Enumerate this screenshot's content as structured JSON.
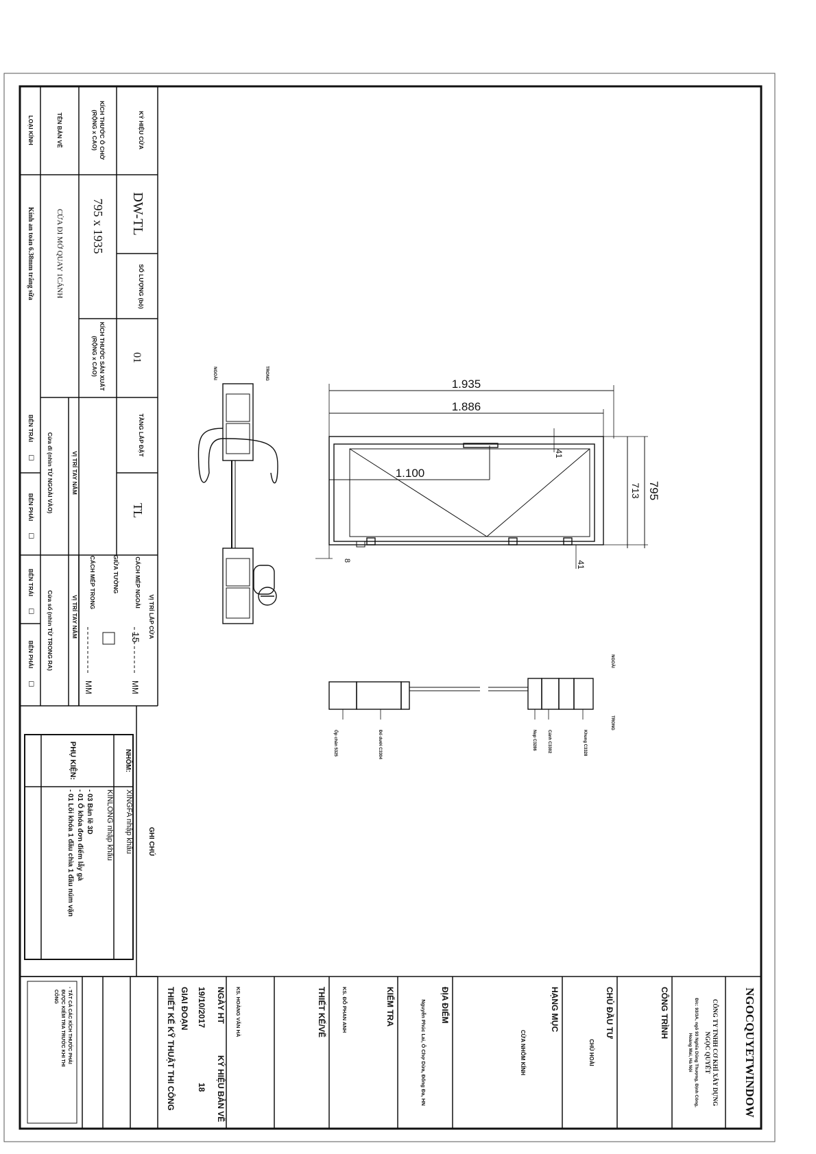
{
  "door_schedule": {
    "labels": {
      "door_code": "KÝ HIỆU CỬA",
      "quantity": "SỐ LƯỢNG (bộ)",
      "floor_install": "TẦNG LẮP ĐẶT",
      "install_position": "VỊ TRÍ LẮP CỬA",
      "opening_size": "KÍCH THƯỚC Ô CHỜ",
      "opening_size_unit": "(RỘNG x CAO)",
      "production_size": "KÍCH THƯỚC SẢN XUẤT",
      "production_size_unit": "(RỘNG x CAO)",
      "handle_position": "VỊ TRÍ TAY NẮM",
      "outside_offset": "CÁCH MÉP NGOÀI",
      "wall_middle": "GIỮA TƯỜNG",
      "inside_offset": "CÁCH MÉP TRONG",
      "drawing_name": "TÊN BẢN VẼ",
      "glass_type": "LOẠI KÍNH",
      "door_out_note": "Cửa đi (nhìn TỪ NGOÀI VÀO)",
      "window_in_note": "Cửa sổ (nhìn TỪ TRONG RA)",
      "left_side": "BÊN TRÁI",
      "right_side": "BÊN PHẢI",
      "box": "☐"
    },
    "values": {
      "door_code": "DW-TL",
      "quantity": "01",
      "floor": "TL",
      "opening_size": "795 x 1935",
      "drawing_name": "CỬA ĐI MỞ QUAY 1CÁNH",
      "glass_type": "Kính an toàn 6.38mm trắng sữa",
      "outside_offset": "15",
      "inside_offset": "______",
      "unit_mm": "MM"
    }
  },
  "notes": {
    "title": "GHI CHÚ",
    "aluminum_label": "NHÔM:",
    "aluminum_1": "XINGFA nhập khẩu",
    "aluminum_2": "KINLONG nhập khẩu",
    "accessories_label": "PHỤ KIỆN:",
    "accessories": [
      "- 03 Bản lề 3D",
      "- 01 Ổ khóa đơn điểm lẫy gà",
      "- 01 Lõi khóa 1 đầu chìa 1 đầu núm vặn"
    ]
  },
  "title_block": {
    "brand": "NGOCQUYETWINDOW",
    "company": "CÔNG TY TNHH CƠ KHÍ XÂY DỰNG",
    "company_2": "NGỌC QUYẾT",
    "address": "Đ/c: 93/3A, ngõ 93 Nghĩa Dũng Thượng, Định Công,",
    "address_2": "Hoàng Mai, Hà Nội",
    "project_label": "CÔNG TRÌNH",
    "investor_label": "CHỦ ĐẦU TƯ",
    "investor_value": "CHỦ HOÀI",
    "item_label": "HẠNG MỤC",
    "item_value": "CỬA NHÔM KÍNH",
    "location_label": "ĐỊA ĐIỂM",
    "location_value": "Nguyễn Phúc Lai, Ô Chợ Dừa, Đống Đa, HN",
    "check_label": "KIỂM TRA",
    "check_name": "KS. ĐỖ PHAN ANH",
    "design_label": "THIẾT KẾ/VẼ",
    "design_name": "KS. HOÀNG VĂN HÀ",
    "date_label": "NGÀY HT",
    "date_value": "19/10/2017",
    "drawing_no_label": "KÝ HIỆU BẢN VẼ",
    "drawing_no_value": "18",
    "stage_label": "GIAI ĐOẠN",
    "stage_value": "THIẾT KẾ KỸ THUẬT THI CÔNG",
    "note": "- TẤT CẢ CÁC KÍCH THƯỚC PHẢI",
    "note_2": "ĐƯỢC KIỂM TRA TRƯỚC KHI THI",
    "note_3": "CÔNG"
  },
  "elevation": {
    "dim_total_height": "1.935",
    "dim_sash_height": "1.886",
    "dim_handle_height": "1.100",
    "dim_total_width": "795",
    "dim_sash_width": "713",
    "dim_41_top": "41",
    "dim_41_bottom": "41",
    "dim_8": "8"
  },
  "sections": {
    "outside": "NGOÀI",
    "inside": "TRONG",
    "profile_sill": "Ốp chân 5325",
    "profile_bottom": "Đố dưới C3304",
    "profile_bead": "Nẹp C3286",
    "profile_sash": "Cánh C3302",
    "profile_frame": "Khung C3328",
    "outside_2": "NGOÀI",
    "inside_2": "TRONG"
  }
}
